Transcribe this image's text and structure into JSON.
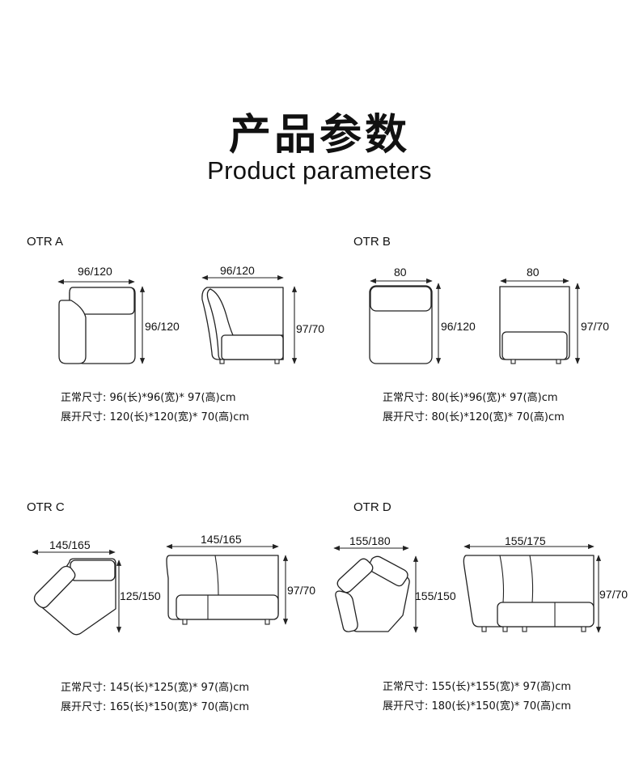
{
  "header": {
    "title_cn": "产品参数",
    "title_en": "Product parameters"
  },
  "sections": [
    {
      "label": "OTR A",
      "dims": {
        "top_view_width": "96/120",
        "top_view_depth": "96/120",
        "front_view_width": "96/120",
        "front_view_height": "97/70"
      },
      "specs": [
        "正常尺寸: 96(长)*96(宽)* 97(高)cm",
        "展开尺寸: 120(长)*120(宽)* 70(高)cm"
      ]
    },
    {
      "label": "OTR B",
      "dims": {
        "top_view_width": "80",
        "top_view_depth": "96/120",
        "front_view_width": "80",
        "front_view_height": "97/70"
      },
      "specs": [
        "正常尺寸: 80(长)*96(宽)* 97(高)cm",
        "展开尺寸: 80(长)*120(宽)* 70(高)cm"
      ]
    },
    {
      "label": "OTR C",
      "dims": {
        "top_view_width": "145/165",
        "top_view_depth": "125/150",
        "front_view_width": "145/165",
        "front_view_height": "97/70"
      },
      "specs": [
        "正常尺寸: 145(长)*125(宽)* 97(高)cm",
        "展开尺寸: 165(长)*150(宽)* 70(高)cm"
      ]
    },
    {
      "label": "OTR D",
      "dims": {
        "top_view_width": "155/180",
        "top_view_depth": "155/150",
        "front_view_width": "155/175",
        "front_view_height": "97/70"
      },
      "specs": [
        "正常尺寸: 155(长)*155(宽)* 97(高)cm",
        "展开尺寸: 180(长)*150(宽)* 70(高)cm"
      ]
    }
  ]
}
